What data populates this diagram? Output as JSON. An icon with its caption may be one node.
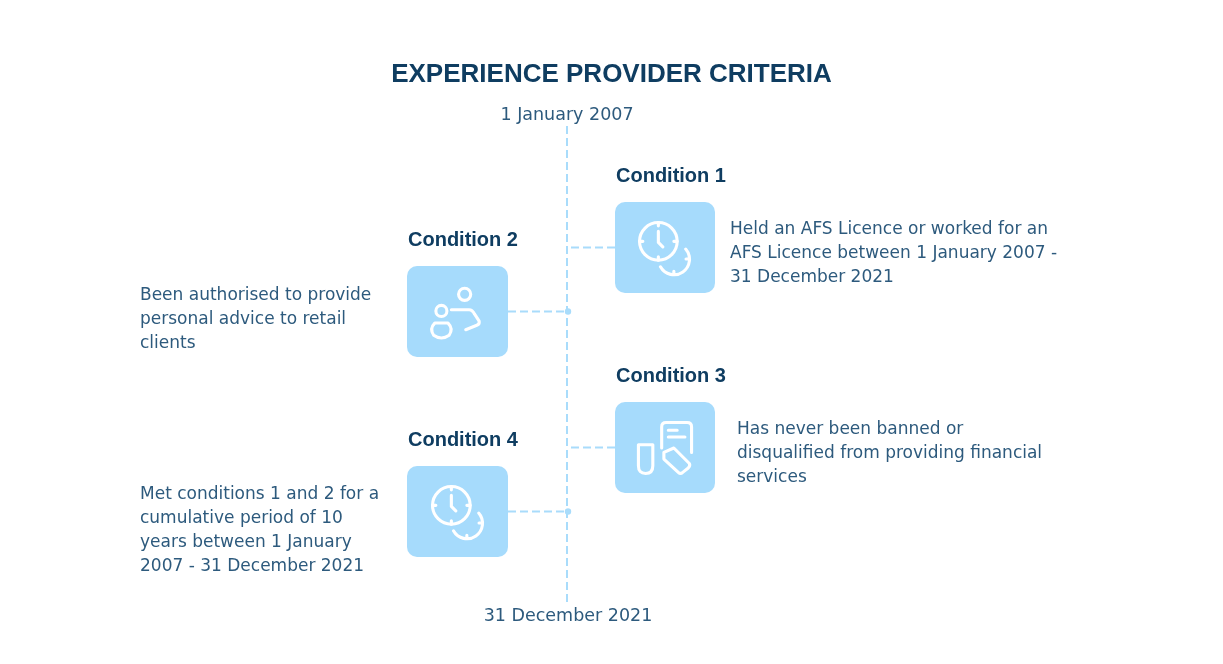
{
  "diagram": {
    "title": "EXPERIENCE PROVIDER CRITERIA",
    "nodes": [
      {
        "text": [
          "1 January 2007"
        ]
      },
      {
        "text": [
          "Condition 1"
        ],
        "beside": [
          "Held an AFS Licence or worked for an AFS Licence between 1 January 2007 - 31 December 2021"
        ]
      },
      {
        "text": [
          "Condition 2"
        ],
        "beside": [
          "Been authorised to provide personal advice to retail clients"
        ]
      },
      {
        "text": [
          "Condition 3"
        ],
        "beside": [
          "Has never been banned or disqualified from providing financial services"
        ]
      },
      {
        "text": [
          "Condition 4"
        ],
        "beside": [
          "Met conditions 1 and 2 for a cumulative period of 10 years between 1 January 2007 - 31 December 2021"
        ]
      },
      {
        "text": [
          "31 December 2021"
        ]
      }
    ],
    "edges": [
      {
        "from": 0,
        "to": 5,
        "arrow": "none",
        "style": "dashed"
      },
      {
        "from": 1,
        "to": null,
        "arrow": "none",
        "style": "dashed"
      },
      {
        "from": 2,
        "to": null,
        "arrow": "other",
        "style": "dashed"
      },
      {
        "from": 3,
        "to": null,
        "arrow": "none",
        "style": "dashed"
      },
      {
        "from": 4,
        "to": null,
        "arrow": "other",
        "style": "dashed"
      }
    ]
  }
}
